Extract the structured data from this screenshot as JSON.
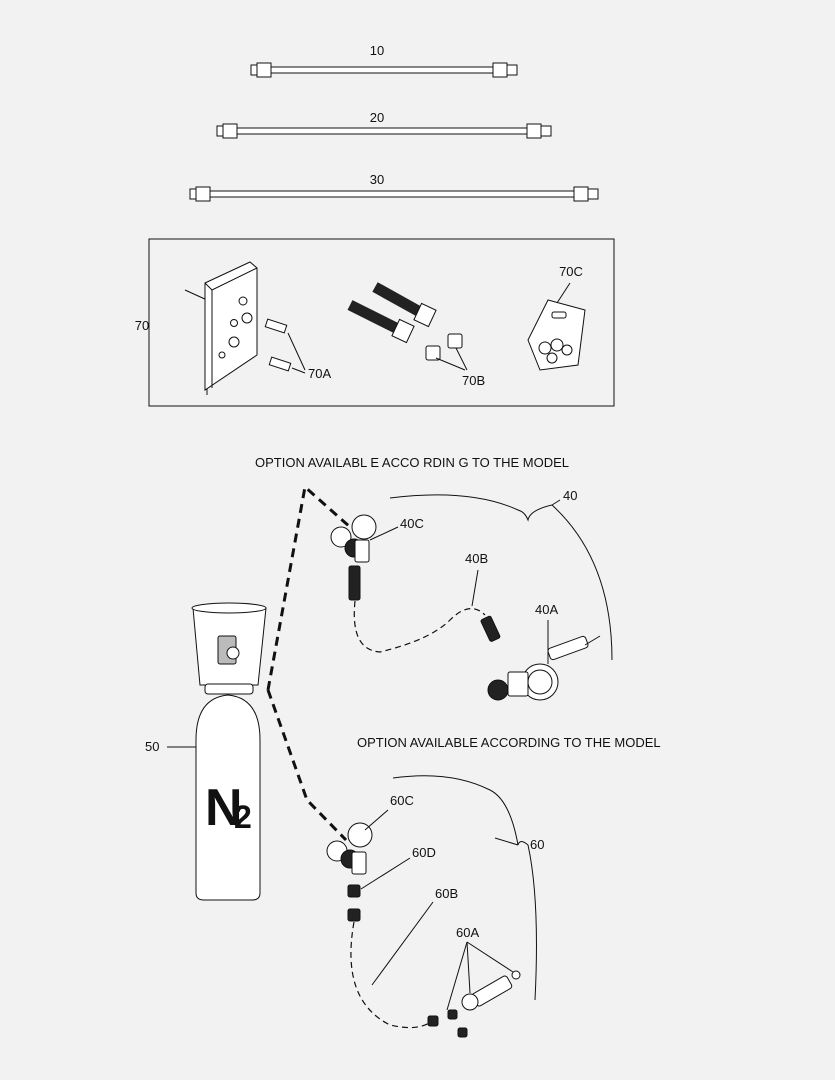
{
  "hoses": [
    {
      "label": "10"
    },
    {
      "label": "20"
    },
    {
      "label": "30"
    }
  ],
  "kit": {
    "label": "70",
    "items": [
      {
        "label": "70A"
      },
      {
        "label": "70B"
      },
      {
        "label": "70C"
      }
    ]
  },
  "option_notes": [
    "OPTION AVAILABL E ACCO RDIN G TO THE MODEL",
    "OPTION AVAILABLE ACCORDING TO THE MODEL"
  ],
  "group_40": {
    "label": "40",
    "parts": [
      "40C",
      "40B",
      "40A"
    ]
  },
  "cylinder": {
    "label": "50",
    "gas_symbol": "N",
    "gas_subscript": "2"
  },
  "group_60": {
    "label": "60",
    "parts": [
      "60C",
      "60D",
      "60B",
      "60A"
    ]
  }
}
